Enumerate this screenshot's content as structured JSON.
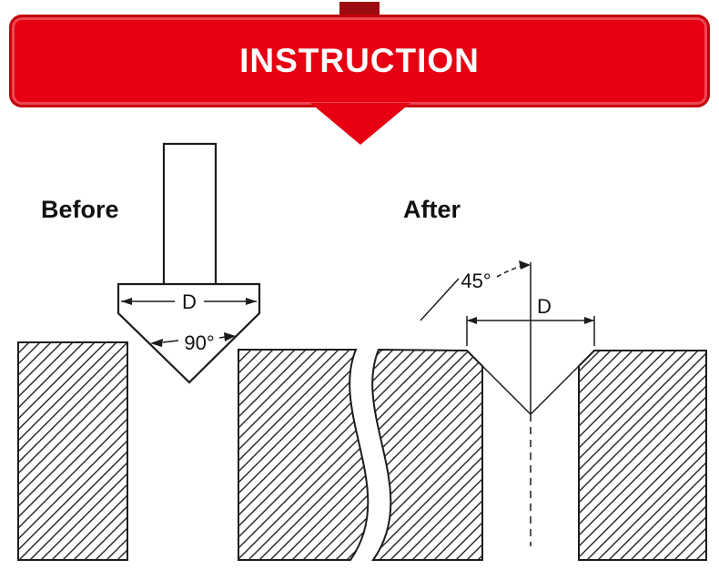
{
  "banner": {
    "title": "INSTRUCTION",
    "colors": {
      "bg": "#e60012",
      "border": "#c3000b",
      "tab": "#9e0b10",
      "text": "#ffffff"
    }
  },
  "diagram": {
    "line_color": "#1c1c1c",
    "before": {
      "label": "Before",
      "diameter_label": "D",
      "angle_label": "90°"
    },
    "after": {
      "label": "After",
      "diameter_label": "D",
      "angle_label": "45°"
    }
  }
}
